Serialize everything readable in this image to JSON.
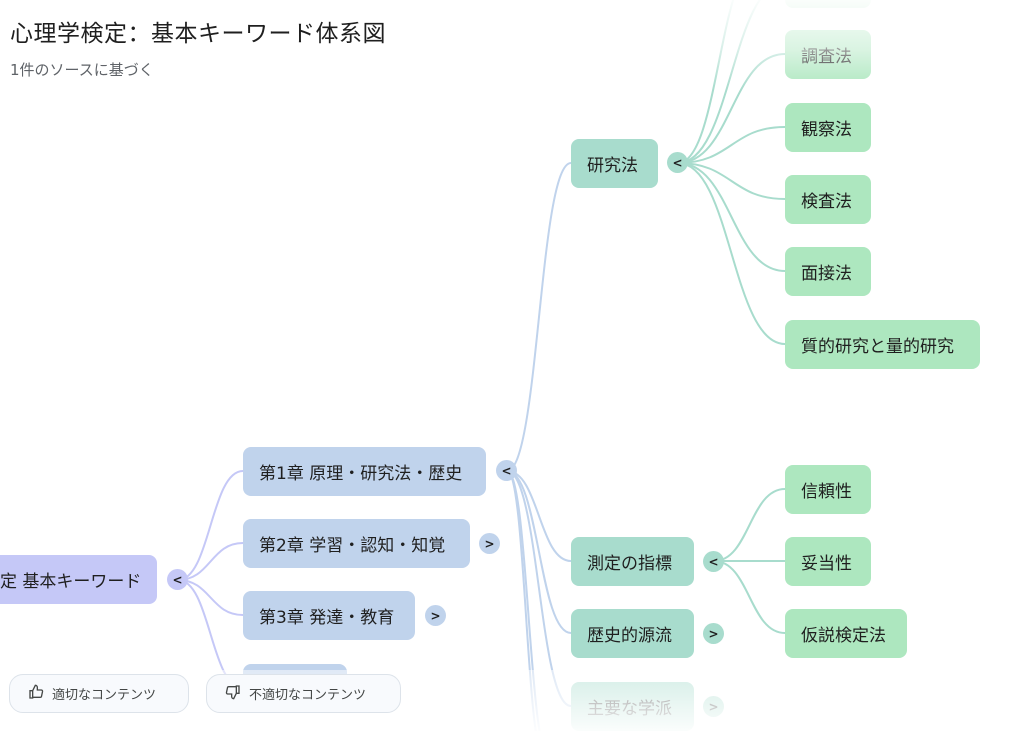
{
  "header": {
    "title": "心理学検定：基本キーワード体系図",
    "subtitle": "1件のソースに基づく"
  },
  "colors": {
    "root": "#c5c8f7",
    "chapter": "#c0d3ec",
    "mid": "#a8dccd",
    "leaf": "#ade7bf",
    "link_root": "#c5c8f7",
    "link_chapter": "#c0d3ec",
    "link_mid": "#a8dccd"
  },
  "mindmap": {
    "root": {
      "label": "心理学検定 基本キーワード",
      "visible_label": "定 基本キーワード",
      "toggle": "<"
    },
    "chapters": [
      {
        "label": "第1章 原理・研究法・歴史",
        "toggle": "<"
      },
      {
        "label": "第2章 学習・認知・知覚",
        "toggle": ">"
      },
      {
        "label": "第3章 発達・教育",
        "toggle": ">"
      },
      {
        "label": ""
      }
    ],
    "chapter1_children": [
      {
        "label": "研究法",
        "toggle": "<"
      },
      {
        "label": "測定の指標",
        "toggle": "<"
      },
      {
        "label": "歴史的源流",
        "toggle": ">"
      },
      {
        "label": "主要な学派",
        "toggle": ">"
      }
    ],
    "research_methods": [
      {
        "label": ""
      },
      {
        "label": "調査法"
      },
      {
        "label": "観察法"
      },
      {
        "label": "検査法"
      },
      {
        "label": "面接法"
      },
      {
        "label": "質的研究と量的研究"
      }
    ],
    "measurement": [
      {
        "label": "信頼性"
      },
      {
        "label": "妥当性"
      },
      {
        "label": "仮説検定法"
      }
    ]
  },
  "feedback": {
    "good_label": "適切なコンテンツ",
    "bad_label": "不適切なコンテンツ",
    "good_icon": "thumbs-up-icon",
    "bad_icon": "thumbs-down-icon"
  }
}
